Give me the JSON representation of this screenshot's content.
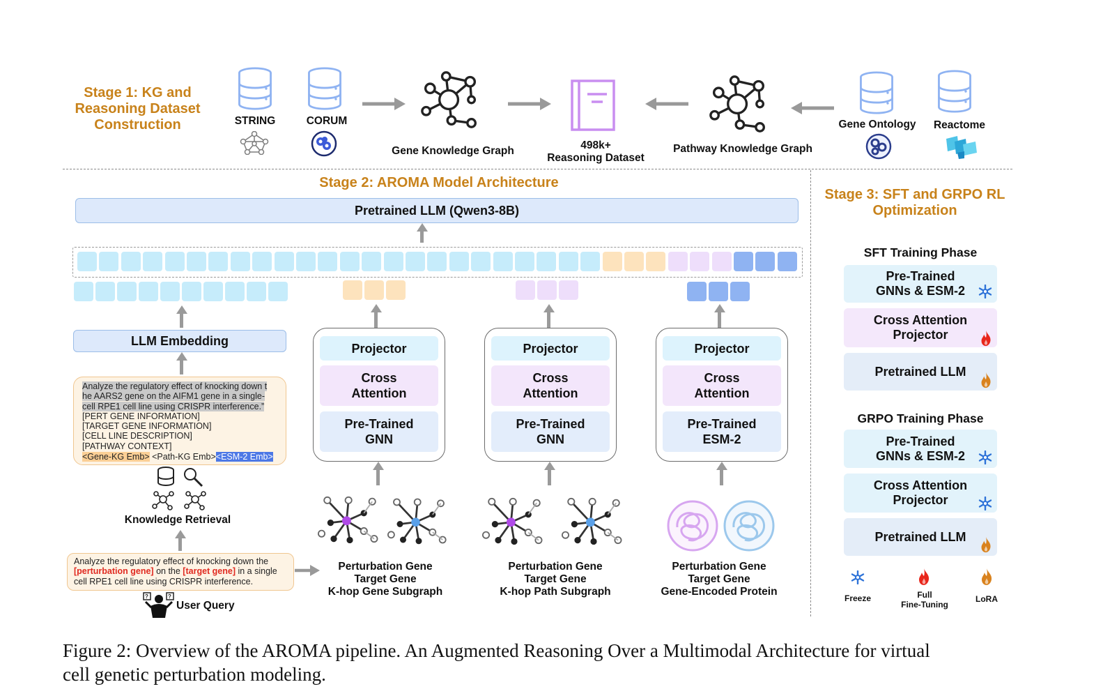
{
  "stage1": {
    "title_lines": [
      "Stage 1: KG and",
      "Reasoning Dataset",
      "Construction"
    ],
    "sources_left": [
      "STRING",
      "CORUM"
    ],
    "gene_kg_label": "Gene Knowledge Graph",
    "dataset_lines": [
      "498k+",
      "Reasoning Dataset"
    ],
    "pathway_kg_label": "Pathway Knowledge Graph",
    "sources_right": [
      "Gene Ontology",
      "Reactome"
    ]
  },
  "stage2": {
    "title": "Stage 2: AROMA Model Architecture",
    "llm_label": "Pretrained LLM (Qwen3-8B)",
    "llm_embedding": "LLM Embedding",
    "modules": [
      {
        "projector": "Projector",
        "ca_lines": [
          "Cross",
          "Attention"
        ],
        "base_lines": [
          "Pre-Trained",
          "GNN"
        ],
        "caption_lines": [
          "Perturbation Gene",
          "Target Gene",
          "K-hop Gene Subgraph"
        ]
      },
      {
        "projector": "Projector",
        "ca_lines": [
          "Cross",
          "Attention"
        ],
        "base_lines": [
          "Pre-Trained",
          "GNN"
        ],
        "caption_lines": [
          "Perturbation Gene",
          "Target Gene",
          "K-hop Path Subgraph"
        ]
      },
      {
        "projector": "Projector",
        "ca_lines": [
          "Cross",
          "Attention"
        ],
        "base_lines": [
          "Pre-Trained",
          "ESM-2"
        ],
        "caption_lines": [
          "Perturbation Gene",
          "Target Gene",
          "Gene-Encoded Protein"
        ]
      }
    ],
    "prompt": {
      "lines_gray": [
        "Analyze the regulatory effect of knocking down t",
        "he AARS2 gene on the AIFM1 gene in a single-",
        "cell RPE1 cell line using CRISPR interference.”"
      ],
      "lines_plain": [
        "[PERT GENE INFORMATION]",
        "[TARGET GENE INFORMATION]",
        "[CELL LINE DESCRIPTION]",
        "[PATHWAY CONTEXT]"
      ],
      "emb_gene": "<Gene-KG Emb>",
      "emb_path": "<Path-KG Emb>",
      "emb_esm": "<ESM-2 Emb>"
    },
    "knowledge_retrieval": "Knowledge Retrieval",
    "query": {
      "line1": "Analyze the regulatory effect of knocking down the",
      "pert": "[perturbation gene]",
      "on_the": " on the ",
      "target": "[target gene]",
      "tail1": " in a single",
      "line3": "cell RPE1 cell line using CRISPR interference."
    },
    "user_query": "User Query"
  },
  "stage3": {
    "title_lines": [
      "Stage 3: SFT and GRPO RL",
      "Optimization"
    ],
    "sft_phase": "SFT Training Phase",
    "sft_cards": [
      {
        "lines": [
          "Pre-Trained",
          "GNNs & ESM-2"
        ],
        "mode": "freeze"
      },
      {
        "lines": [
          "Cross Attention",
          "Projector"
        ],
        "mode": "full"
      },
      {
        "lines": [
          "Pretrained LLM"
        ],
        "mode": "lora"
      }
    ],
    "grpo_phase": "GRPO Training Phase",
    "grpo_cards": [
      {
        "lines": [
          "Pre-Trained",
          "GNNs & ESM-2"
        ],
        "mode": "freeze"
      },
      {
        "lines": [
          "Cross Attention",
          "Projector"
        ],
        "mode": "freeze"
      },
      {
        "lines": [
          "Pretrained LLM"
        ],
        "mode": "lora"
      }
    ],
    "legend": {
      "freeze": "Freeze",
      "full_lines": [
        "Full",
        "Fine-Tuning"
      ],
      "lora": "LoRA"
    }
  },
  "caption": {
    "line1": "Figure 2: Overview of the AROMA pipeline. An Augmented Reasoning Over a Multimodal Architecture for virtual",
    "line2": "cell genetic perturbation modeling."
  },
  "colors": {
    "stage_title": "#c8821a",
    "token_cyan": "#c6ecfb",
    "token_orange": "#fde3bd",
    "token_purple": "#eedefb",
    "token_blue": "#8fb3f2"
  }
}
